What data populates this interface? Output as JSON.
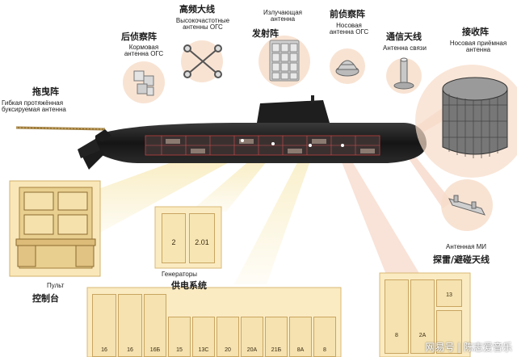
{
  "labels": {
    "hf_array_cn": "高频大线",
    "hf_array_ru": "Высокочастотные антенны ОГС",
    "emit_ru": "Излучающая антенна",
    "emit_cn": "发射阵",
    "bow_array_cn": "前侦察阵",
    "bow_array_ru": "Носовая антенна ОГС",
    "stern_array_cn": "后侦察阵",
    "stern_array_ru": "Кормовая антенна ОГС",
    "comm_cn": "通信天线",
    "comm_ru": "Антенна связи",
    "receive_cn": "接收阵",
    "receive_ru": "Носовая приёмная антенна",
    "towed_cn": "拖曳阵",
    "towed_ru": "Гибкая протяжённая буксируемая антенна",
    "mine_ru": "Антенная МИ",
    "mine_cn": "探雷/避碰天线",
    "console_ru": "Пульт",
    "console_cn": "控制台",
    "gen_ru": "Генераторы",
    "power_cn": "供电系统",
    "watermark": "网易号 | 陈志爱音乐"
  },
  "generators": [
    "2",
    "2.01"
  ],
  "power_units": [
    "16",
    "16",
    "16Б",
    "15",
    "13С",
    "20",
    "20А",
    "21Б",
    "8А",
    "8"
  ],
  "right_units": [
    "8",
    "2А",
    "13"
  ]
}
